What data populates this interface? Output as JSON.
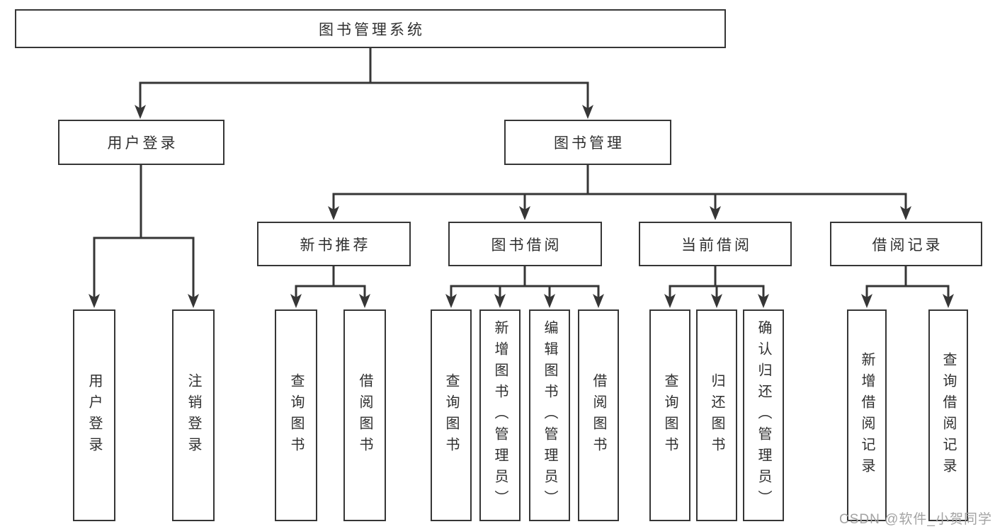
{
  "diagram": {
    "root": {
      "label": "图书管理系统"
    },
    "level2": [
      {
        "id": "user-login",
        "label": "用户登录"
      },
      {
        "id": "book-mgmt",
        "label": "图书管理"
      }
    ],
    "level3": [
      {
        "id": "new-book-rec",
        "label": "新书推荐"
      },
      {
        "id": "book-borrow",
        "label": "图书借阅"
      },
      {
        "id": "current-borrow",
        "label": "当前借阅"
      },
      {
        "id": "borrow-record",
        "label": "借阅记录"
      }
    ],
    "leaves": [
      {
        "id": "user-login",
        "label": "用户登录"
      },
      {
        "id": "logout",
        "label": "注销登录"
      },
      {
        "id": "query-books-rec",
        "label": "查询图书"
      },
      {
        "id": "borrow-books-rec",
        "label": "借阅图书"
      },
      {
        "id": "query-books-borrow",
        "label": "查询图书"
      },
      {
        "id": "add-books-admin",
        "label": "新增图书（管理员）"
      },
      {
        "id": "edit-books-admin",
        "label": "编辑图书（管理员）"
      },
      {
        "id": "borrow-books",
        "label": "借阅图书"
      },
      {
        "id": "query-books-current",
        "label": "查询图书"
      },
      {
        "id": "return-books",
        "label": "归还图书"
      },
      {
        "id": "confirm-return-admin",
        "label": "确认归还（管理员）"
      },
      {
        "id": "add-borrow-record",
        "label": "新增借阅记录"
      },
      {
        "id": "query-borrow-record",
        "label": "查询借阅记录"
      }
    ]
  },
  "watermark": {
    "text": "CSDN @软件_小贺同学"
  },
  "colors": {
    "line": "#363636",
    "text": "#2f2f2f",
    "background": "#ffffff",
    "watermark": "#a3a3a3"
  }
}
